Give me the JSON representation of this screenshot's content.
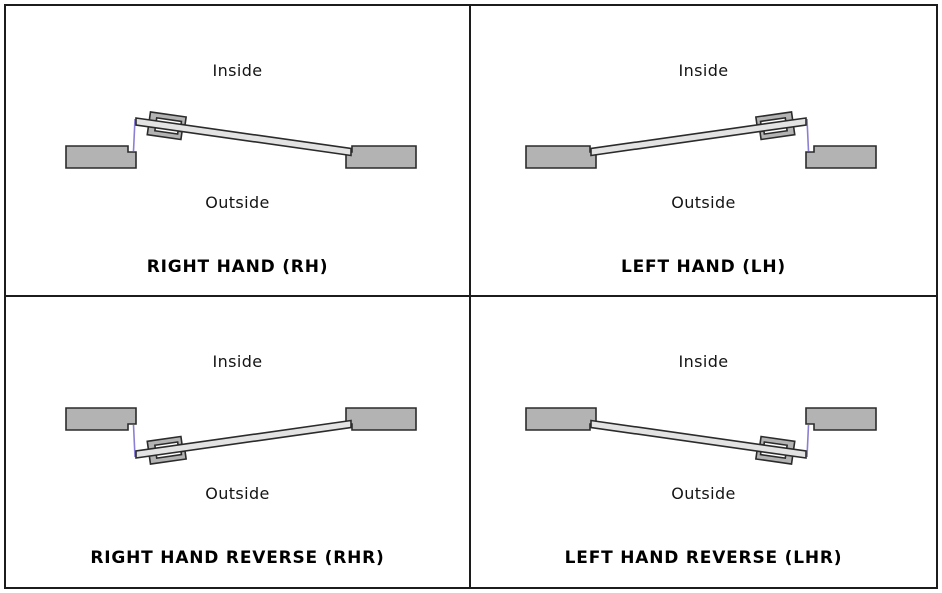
{
  "diagram": {
    "type": "door-handing-chart",
    "grid": "2x2"
  },
  "colors": {
    "wall-fill": "#b3b3b3",
    "door-fill": "#e3e3e3",
    "outline": "#2b2b2b",
    "hinge-line": "#8a7fd6",
    "border-color": "#1c1c1c",
    "text-color": "#141414"
  },
  "quadrants": [
    {
      "id": "rh",
      "inside_label": "Inside",
      "outside_label": "Outside",
      "caption": "RIGHT HAND (RH)",
      "hinge_side": "left",
      "swing": "inside"
    },
    {
      "id": "lh",
      "inside_label": "Inside",
      "outside_label": "Outside",
      "caption": "LEFT HAND (LH)",
      "hinge_side": "right",
      "swing": "inside"
    },
    {
      "id": "rhr",
      "inside_label": "Inside",
      "outside_label": "Outside",
      "caption": "RIGHT HAND REVERSE (RHR)",
      "hinge_side": "left",
      "swing": "outside"
    },
    {
      "id": "lhr",
      "inside_label": "Inside",
      "outside_label": "Outside",
      "caption": "LEFT HAND REVERSE (LHR)",
      "hinge_side": "right",
      "swing": "outside"
    }
  ]
}
